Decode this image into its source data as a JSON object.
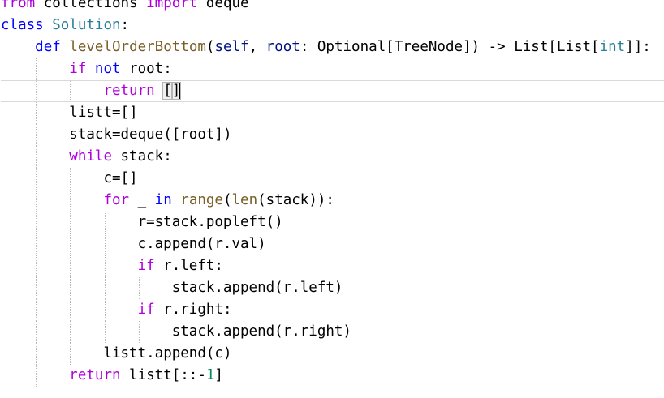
{
  "lines": [
    {
      "indent": 0,
      "tokens": [
        {
          "t": "from",
          "c": "kw"
        },
        {
          "t": " collections "
        },
        {
          "t": "import",
          "c": "kw"
        },
        {
          "t": " deque"
        }
      ]
    },
    {
      "indent": 0,
      "tokens": [
        {
          "t": "class",
          "c": "kw2"
        },
        {
          "t": " "
        },
        {
          "t": "Solution",
          "c": "cls"
        },
        {
          "t": ":"
        }
      ]
    },
    {
      "indent": 1,
      "tokens": [
        {
          "t": "def",
          "c": "kw2"
        },
        {
          "t": " "
        },
        {
          "t": "levelOrderBottom",
          "c": "fn"
        },
        {
          "t": "("
        },
        {
          "t": "self",
          "c": "prm"
        },
        {
          "t": ", "
        },
        {
          "t": "root",
          "c": "prm"
        },
        {
          "t": ": Optional[TreeNode]) -> List[List["
        },
        {
          "t": "int",
          "c": "cls"
        },
        {
          "t": "]]:"
        }
      ]
    },
    {
      "indent": 2,
      "tokens": [
        {
          "t": "if",
          "c": "kw"
        },
        {
          "t": " "
        },
        {
          "t": "not",
          "c": "kw2"
        },
        {
          "t": " root:"
        }
      ]
    },
    {
      "indent": 3,
      "current": true,
      "tokens": [
        {
          "t": "return",
          "c": "kw"
        },
        {
          "t": " "
        },
        {
          "t": "[",
          "c": "bracket-match"
        },
        {
          "t": "]",
          "c": "bracket-match"
        },
        {
          "caret": true
        }
      ]
    },
    {
      "indent": 2,
      "tokens": [
        {
          "t": "listt=[]"
        }
      ]
    },
    {
      "indent": 2,
      "tokens": [
        {
          "t": "stack=deque([root])"
        }
      ]
    },
    {
      "indent": 2,
      "tokens": [
        {
          "t": "while",
          "c": "kw"
        },
        {
          "t": " stack:"
        }
      ]
    },
    {
      "indent": 3,
      "tokens": [
        {
          "t": "c=[]"
        }
      ]
    },
    {
      "indent": 3,
      "tokens": [
        {
          "t": "for",
          "c": "kw"
        },
        {
          "t": " _ "
        },
        {
          "t": "in",
          "c": "kw2"
        },
        {
          "t": " "
        },
        {
          "t": "range",
          "c": "bi"
        },
        {
          "t": "("
        },
        {
          "t": "len",
          "c": "bi"
        },
        {
          "t": "(stack)):"
        }
      ]
    },
    {
      "indent": 4,
      "tokens": [
        {
          "t": "r=stack.popleft()"
        }
      ]
    },
    {
      "indent": 4,
      "tokens": [
        {
          "t": "c.append(r.val)"
        }
      ]
    },
    {
      "indent": 4,
      "tokens": [
        {
          "t": "if",
          "c": "kw"
        },
        {
          "t": " r.left:"
        }
      ]
    },
    {
      "indent": 5,
      "tokens": [
        {
          "t": "stack.append(r.left)"
        }
      ]
    },
    {
      "indent": 4,
      "tokens": [
        {
          "t": "if",
          "c": "kw"
        },
        {
          "t": " r.right:"
        }
      ]
    },
    {
      "indent": 5,
      "tokens": [
        {
          "t": "stack.append(r.right)"
        }
      ]
    },
    {
      "indent": 3,
      "tokens": [
        {
          "t": "listt.append(c)"
        }
      ]
    },
    {
      "indent": 2,
      "tokens": [
        {
          "t": "return",
          "c": "kw"
        },
        {
          "t": " listt[::-"
        },
        {
          "t": "1",
          "c": "num"
        },
        {
          "t": "]"
        }
      ]
    }
  ]
}
